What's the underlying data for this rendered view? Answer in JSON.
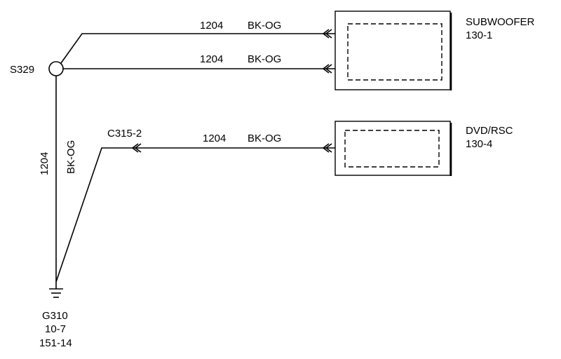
{
  "splice": {
    "id": "S329"
  },
  "components": [
    {
      "name": "SUBWOOFER",
      "ref": "130-1"
    },
    {
      "name": "DVD/RSC",
      "ref": "130-4"
    }
  ],
  "wires": [
    {
      "circuit": "1204",
      "color": "BK-OG"
    },
    {
      "circuit": "1204",
      "color": "BK-OG"
    },
    {
      "circuit": "1204",
      "color": "BK-OG"
    },
    {
      "circuit": "1204",
      "color": "BK-OG"
    }
  ],
  "connector": {
    "id": "C315-2"
  },
  "ground": {
    "id": "G310",
    "refs": [
      "10-7",
      "151-14"
    ]
  }
}
